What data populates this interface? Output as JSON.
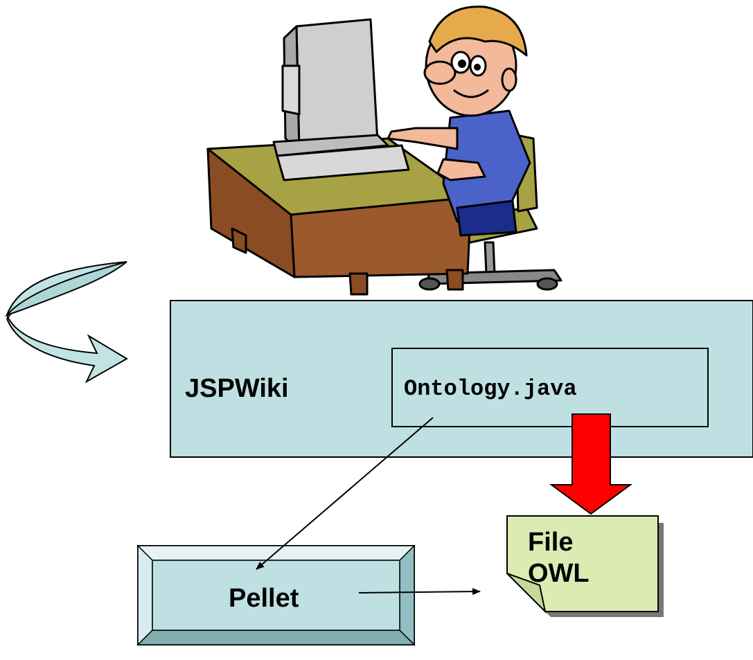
{
  "diagram": {
    "container_label": "JSPWiki",
    "inner_module_label": "Ontology.java",
    "reasoner_label": "Pellet",
    "file_label_lines": [
      "File",
      "OWL"
    ],
    "colors": {
      "box_fill": "#bfe0e2",
      "file_fill": "#dcebb2",
      "heavy_arrow": "#ff0000",
      "curved_arrow_fill": "#c2e3e3",
      "outline": "#000000"
    },
    "illustration": "cartoon-user-at-computer"
  }
}
